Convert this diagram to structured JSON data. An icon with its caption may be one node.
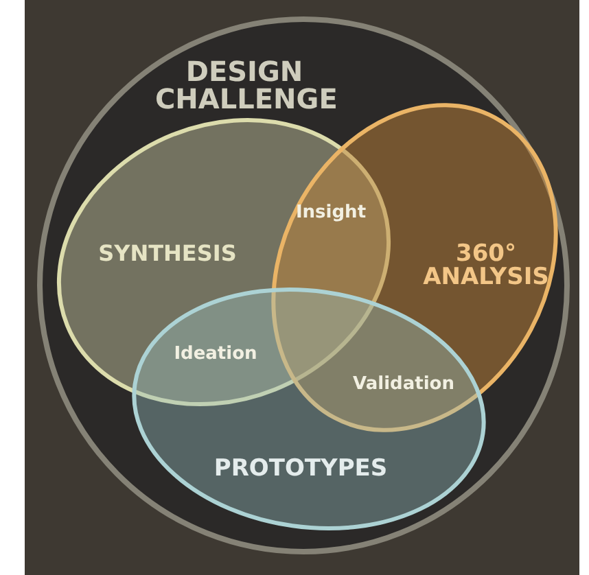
{
  "diagram": {
    "nodes": [
      {
        "text": [
          "DESIGN CHALLENGE"
        ]
      },
      {
        "text": [
          "SYNTHESIS"
        ],
        "in": 0
      },
      {
        "text": [
          "360° ANALYSIS"
        ],
        "in": 0
      },
      {
        "text": [
          "PROTOTYPES"
        ],
        "in": 0
      }
    ],
    "labels": [
      "Insight",
      "Ideation",
      "Validation"
    ]
  }
}
